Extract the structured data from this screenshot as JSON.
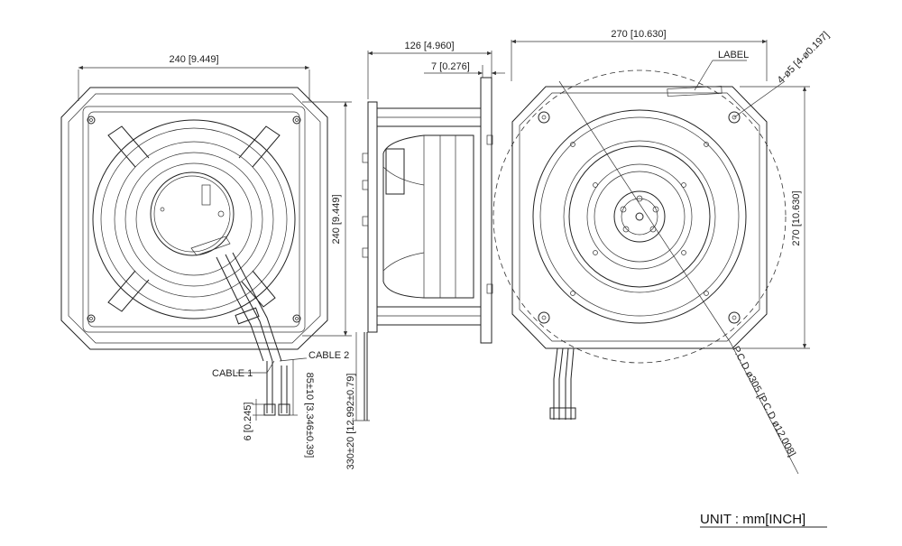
{
  "dimensions": {
    "front_width": "240 [9.449]",
    "front_height": "240 [9.449]",
    "side_depth": "126 [4.960]",
    "flange": "7 [0.276]",
    "rear_width": "270 [10.630]",
    "rear_height": "270 [10.630]",
    "hole": "4-ø5 [4-ø0.197]",
    "pcd": "P.C.D ø305 [P.C.D ø12.008]",
    "cable_strip": "6 [0.245]",
    "cable_inner": "85±10 [3.346±0.39]",
    "cable_length": "330±20 [12.992±0.79]"
  },
  "labels": {
    "cable1": "CABLE 1",
    "cable2": "CABLE 2",
    "label": "LABEL"
  },
  "unit": "UNIT : mm[INCH]"
}
